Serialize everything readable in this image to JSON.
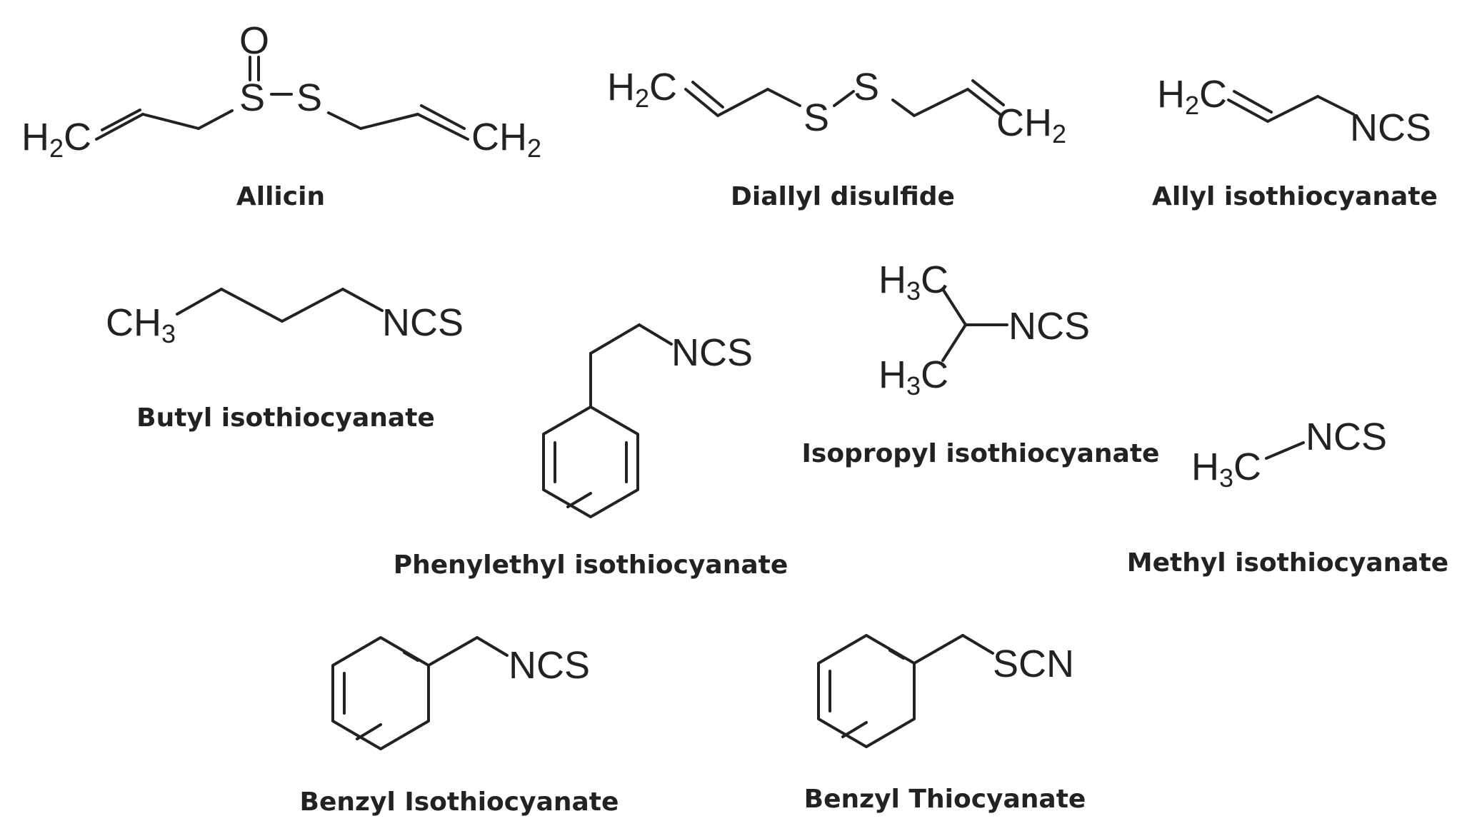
{
  "compounds": [
    {
      "name": "Allicin",
      "labels": {
        "o": "O",
        "s1": "S",
        "s2": "S",
        "h2c_main": "H",
        "h2c_sub": "2",
        "h2c_c": "C",
        "ch2_c": "CH",
        "ch2_sub": "2"
      }
    },
    {
      "name": "Diallyl disulfide",
      "labels": {
        "h2c_main": "H",
        "h2c_sub": "2",
        "h2c_c": "C",
        "s1": "S",
        "s2": "S",
        "ch2_c": "CH",
        "ch2_sub": "2"
      }
    },
    {
      "name": "Allyl  isothiocyanate",
      "labels": {
        "h2c_main": "H",
        "h2c_sub": "2",
        "h2c_c": "C",
        "ncs": "NCS"
      }
    },
    {
      "name": "Butyl isothiocyanate",
      "labels": {
        "ch3_c": "CH",
        "ch3_sub": "3",
        "ncs": "NCS"
      }
    },
    {
      "name": "Phenylethyl  isothiocyanate",
      "labels": {
        "ncs": "NCS"
      }
    },
    {
      "name": "Isopropyl isothiocyanate",
      "labels": {
        "h3c_main": "H",
        "h3c_sub": "3",
        "h3c_c": "C",
        "ncs": "NCS"
      }
    },
    {
      "name": "Methyl isothiocyanate",
      "labels": {
        "h3c_main": "H",
        "h3c_sub": "3",
        "h3c_c": "C",
        "ncs": "NCS"
      }
    },
    {
      "name": "Benzyl  Isothiocyanate",
      "labels": {
        "ncs": "NCS"
      }
    },
    {
      "name": "Benzyl Thiocyanate",
      "labels": {
        "scn": "SCN"
      }
    }
  ]
}
